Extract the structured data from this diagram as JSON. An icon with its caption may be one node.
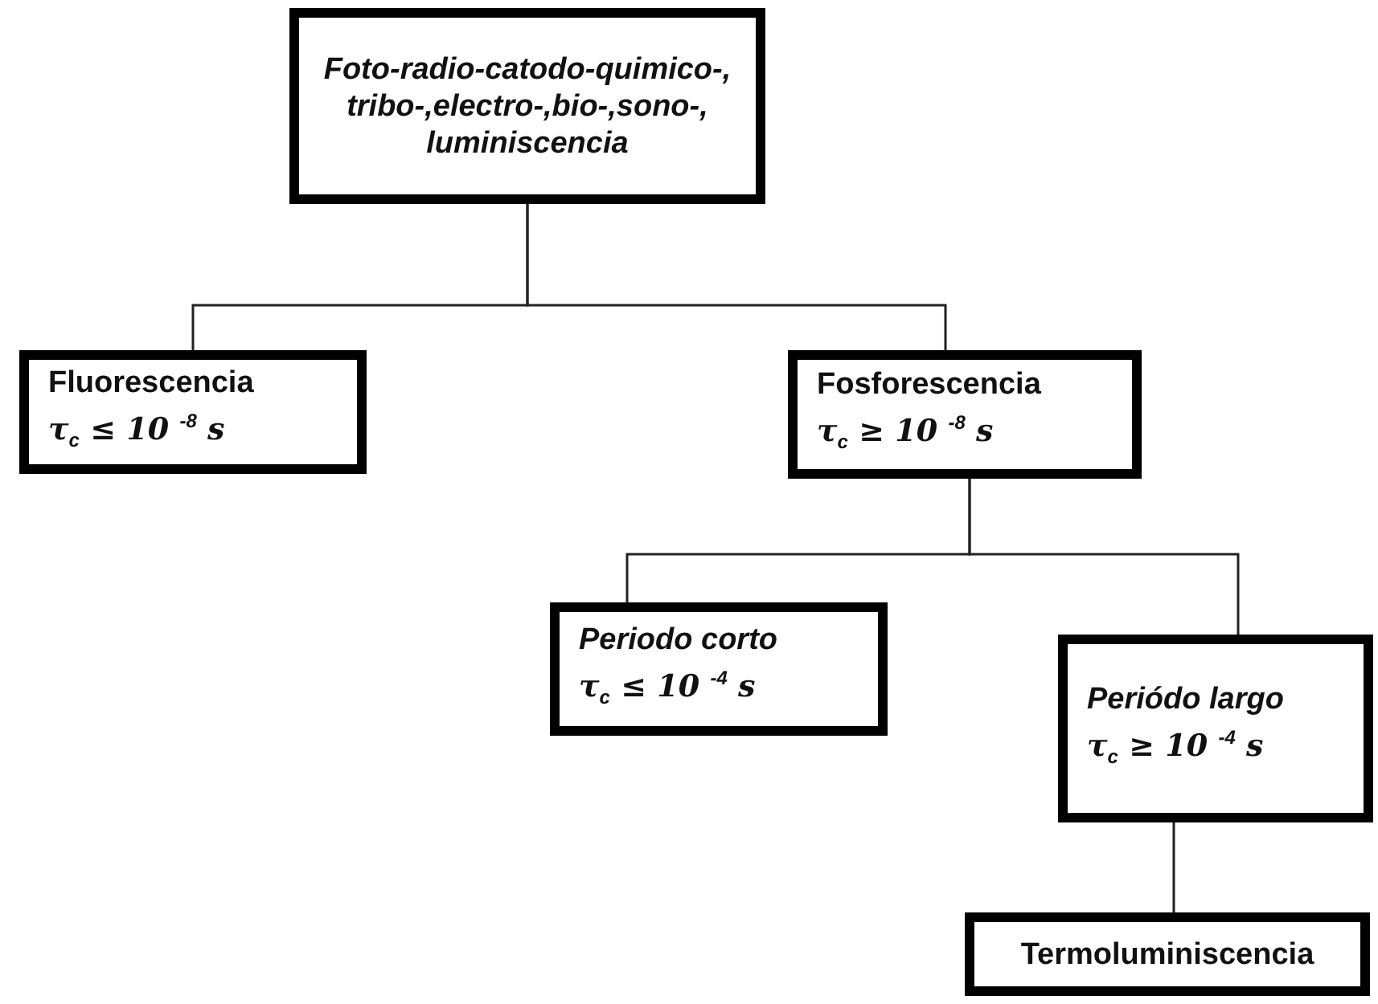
{
  "diagram": {
    "nodes": [
      {
        "text": [
          "Foto-radio-catodo-quimico-, tribo-,electro-,bio-,sono-, luminiscencia"
        ]
      },
      {
        "text": [
          "Fluorescencia",
          "τ$_{c}$ ≤ 10 $^{-8}$ s"
        ]
      },
      {
        "text": [
          "Fosforescencia",
          "τ$_{c}$ ≥ 10 $^{-8}$ s"
        ]
      },
      {
        "text": [
          "Periodo corto",
          "τ$_{c}$ ≤ 10 $^{-4}$ s"
        ]
      },
      {
        "text": [
          "Periódo largo",
          "τ$_{c}$ ≥ 10 $^{-4}$ s"
        ]
      },
      {
        "text": [
          "Termoluminiscencia"
        ]
      }
    ],
    "edges": [
      {
        "from": 0,
        "to": 1,
        "arrow": "none"
      },
      {
        "from": 0,
        "to": 2,
        "arrow": "none"
      },
      {
        "from": 2,
        "to": 3,
        "arrow": "none"
      },
      {
        "from": 2,
        "to": 4,
        "arrow": "none"
      },
      {
        "from": 4,
        "to": 5,
        "arrow": "none"
      }
    ]
  }
}
